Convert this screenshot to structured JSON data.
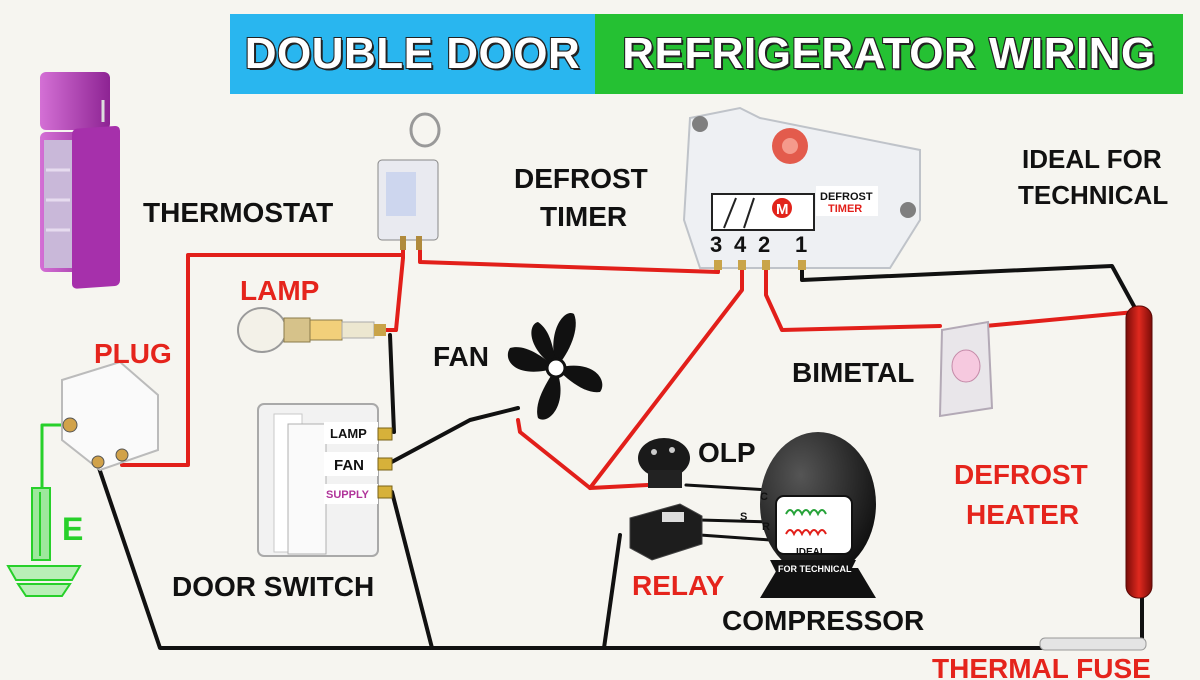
{
  "header": {
    "title_left": "DOUBLE DOOR",
    "title_right": "REFRIGERATOR WIRING"
  },
  "labels": {
    "thermostat": "THERMOSTAT",
    "defrost_timer": "DEFROST\nTIMER",
    "ideal_for_technical": "IDEAL FOR\nTECHNICAL",
    "lamp": "LAMP",
    "plug": "PLUG",
    "fan": "FAN",
    "bimetal": "BIMETAL",
    "olp": "OLP",
    "relay": "RELAY",
    "compressor": "COMPRESSOR",
    "defrost_heater": "DEFROST\nHEATER",
    "door_switch": "DOOR SWITCH",
    "earth": "E",
    "thermal_fuse": "THERMAL FUSE"
  },
  "timer": {
    "terminals": [
      "3",
      "4",
      "2",
      "1"
    ],
    "motor_letter": "M",
    "tag_line1": "DEFROST",
    "tag_line2": "TIMER"
  },
  "door_switch_terminals": {
    "lamp": "LAMP",
    "fan": "FAN",
    "supply": "SUPPLY"
  },
  "compressor_parts": {
    "terminal_c": "C",
    "terminal_s": "S",
    "terminal_r": "R",
    "badge_line1": "IDEAL",
    "badge_line2": "FOR TECHNICAL"
  },
  "colors": {
    "banner_left": "#29b6ef",
    "banner_right": "#25c133",
    "label_red": "#e5241c",
    "label_green": "#27d02a",
    "wire_red": "#e21f1a",
    "wire_black": "#111111",
    "fridge": "#b23fb5",
    "heater": "#c21912"
  }
}
